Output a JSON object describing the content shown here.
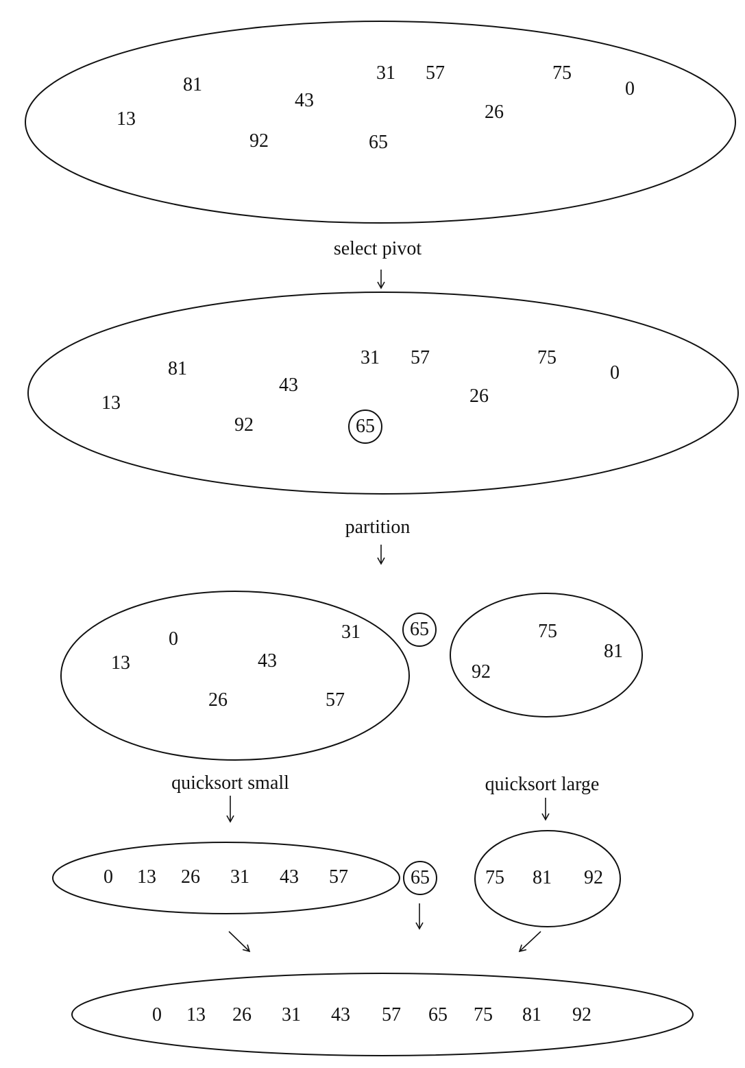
{
  "stage1": {
    "numbers": [
      "81",
      "31",
      "57",
      "75",
      "0",
      "13",
      "43",
      "26",
      "92",
      "65"
    ]
  },
  "step1": {
    "label": "select pivot"
  },
  "stage2": {
    "numbers": [
      "81",
      "31",
      "57",
      "75",
      "0",
      "13",
      "43",
      "26",
      "92"
    ],
    "pivot": "65"
  },
  "step2": {
    "label": "partition"
  },
  "stage3": {
    "small": [
      "0",
      "31",
      "13",
      "43",
      "26",
      "57"
    ],
    "pivot": "65",
    "large": [
      "75",
      "81",
      "92"
    ]
  },
  "step3": {
    "small_label": "quicksort small",
    "large_label": "quicksort large"
  },
  "stage4": {
    "small": [
      "0",
      "13",
      "26",
      "31",
      "43",
      "57"
    ],
    "pivot": "65",
    "large": [
      "75",
      "81",
      "92"
    ]
  },
  "stage5": {
    "numbers": [
      "0",
      "13",
      "26",
      "31",
      "43",
      "57",
      "65",
      "75",
      "81",
      "92"
    ]
  }
}
